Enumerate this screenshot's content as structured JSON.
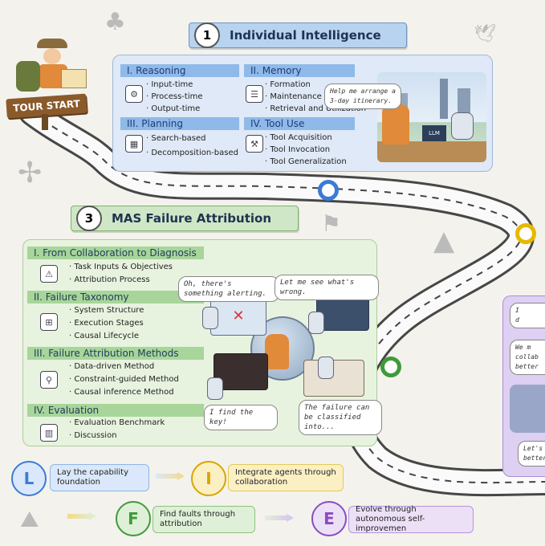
{
  "tour_sign": "TOUR START",
  "section1": {
    "number": "1",
    "title": "Individual Intelligence",
    "reasoning": {
      "title": "I. Reasoning",
      "items": [
        "Input-time",
        "Process-time",
        "Output-time"
      ]
    },
    "memory": {
      "title": "II. Memory",
      "items": [
        "Formation",
        "Maintenance",
        "Retrieval and Utilization"
      ]
    },
    "planning": {
      "title": "III. Planning",
      "items": [
        "Search-based",
        "Decomposition-based"
      ]
    },
    "tool_use": {
      "title": "IV. Tool Use",
      "items": [
        "Tool Acquisition",
        "Tool Invocation",
        "Tool Generalization"
      ]
    },
    "speech": "Help me arrange a 3-day itinerary.",
    "laptop_text": "LLM"
  },
  "section3": {
    "number": "3",
    "title": "MAS Failure Attribution",
    "collab": {
      "title": "I. From Collaboration to Diagnosis",
      "items": [
        "Task Inputs & Objectives",
        "Attribution Process"
      ]
    },
    "taxonomy": {
      "title": "II. Failure Taxonomy",
      "items": [
        "System Structure",
        "Execution Stages",
        "Causal Lifecycle"
      ]
    },
    "methods": {
      "title": "III. Failure Attribution Methods",
      "items": [
        "Data-driven Method",
        "Constraint-guided Method",
        "Causal inference Method"
      ]
    },
    "evaluation": {
      "title": "IV. Evaluation",
      "items": [
        "Evaluation Benchmark",
        "Discussion"
      ]
    },
    "bubbles": [
      "Oh, there's something alerting.",
      "Let me see what's wrong.",
      "I find the key!",
      "The failure can be classified into..."
    ]
  },
  "right_partial": {
    "bubbles": [
      "I",
      "We m",
      "Let's d"
    ],
    "lines": [
      "d",
      "collab",
      "better",
      "better s"
    ]
  },
  "lifi": [
    {
      "letter": "L",
      "text": "Lay the capability foundation",
      "color": "#3a7bd5",
      "bg": "#dbe8fb"
    },
    {
      "letter": "I",
      "text": "Integrate agents through collaboration",
      "color": "#d9a400",
      "bg": "#fbf0c4"
    },
    {
      "letter": "F",
      "text": "Find faults through attribution",
      "color": "#3f9a3a",
      "bg": "#dff0d8"
    },
    {
      "letter": "E",
      "text": "Evolve through autonomous self-improvemen",
      "color": "#8a4bc4",
      "bg": "#ece0f7"
    }
  ],
  "colors": {
    "blue": "#3a7bd5",
    "yellow": "#e6b800",
    "green": "#3f9a3a",
    "purple": "#8a4bc4"
  }
}
